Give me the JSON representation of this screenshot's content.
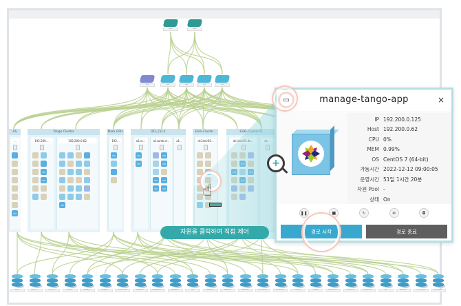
{
  "topology": {
    "spine_switches": [
      {
        "label": "Spine"
      },
      {
        "label": "Spine"
      }
    ],
    "leaf_switches": [
      {
        "label": "HDR",
        "type": "hdr"
      },
      {
        "label": "Leaf",
        "type": "leaf"
      },
      {
        "label": "Leaf",
        "type": "leaf"
      },
      {
        "label": "Leaf",
        "type": "leaf"
      },
      {
        "label": "Leaf",
        "type": "leaf"
      }
    ],
    "clusters": [
      {
        "title": "AS",
        "hosts": [
          {
            "ip": "...",
            "vms": [
              "win",
              "lin",
              "lin",
              "lin",
              "lin",
              "lin",
              "lin",
              "vm"
            ]
          }
        ]
      },
      {
        "title": "Tango Cluster",
        "hosts": [
          {
            "ip": "192.200....",
            "vms": [
              "lin",
              "esx",
              "lin",
              "win",
              "lin",
              "vm",
              "lin",
              "vm",
              "lin",
              "lin",
              "esx",
              "lin"
            ]
          },
          {
            "ip": "192.200.0.62",
            "vms": [
              "esx",
              "esx",
              "lin",
              "win",
              "esx",
              "lin",
              "esx",
              "esx",
              "lin",
              "esx",
              "esx",
              "lin",
              "esx",
              "lin",
              "lin",
              "esx",
              "lin",
              "esx",
              "esx",
              "cen",
              "esx",
              "esx",
              "esx",
              "lin",
              "vm"
            ]
          }
        ]
      },
      {
        "title": "Nam GPU",
        "hosts": [
          {
            "ip": "192...",
            "vms": [
              "vm",
              "esx",
              "win",
              "lin"
            ]
          }
        ]
      },
      {
        "title": "DCI_CLI-1",
        "hosts": [
          {
            "ip": "a1co...",
            "vms": [
              "vm",
              "vm"
            ]
          },
          {
            "ip": "a1comb.d...",
            "vms": [
              "cen",
              "vm",
              "red",
              "vm",
              "red",
              "lin",
              "vm",
              "vm",
              "vm",
              "vm"
            ]
          },
          {
            "ip": "a1...",
            "vms": []
          }
        ]
      },
      {
        "title": "ESXi-Cluste...",
        "hosts": [
          {
            "ip": "dc1dev05...",
            "vms": [
              "lin",
              "lin",
              "lin",
              "lin",
              "lin",
              "esx",
              "lin",
              "lin",
              "lin",
              "lin",
              "lin",
              "lin",
              "esx",
              "lin"
            ]
          }
        ]
      },
      {
        "title": "ESXi-Cluster01",
        "hosts": [
          {
            "ip": "dc1dev01.de...",
            "vms": [
              "lin",
              "lin",
              "cen",
              "lin",
              "vm",
              "lin",
              "vm",
              "red",
              "vm",
              "lin",
              "vm",
              "lin",
              "cen",
              "lin",
              "cen",
              "lin",
              "cen"
            ]
          },
          {
            "ip": "dc...",
            "vms": []
          }
        ]
      }
    ],
    "storage": [
      {
        "label": "dev01"
      },
      {
        "label": "nas01_ic..."
      },
      {
        "label": "nas01_ic..."
      },
      {
        "label": "DS-nfs01..."
      },
      {
        "label": "TeraNA_lo..."
      },
      {
        "label": "TeraNA_lo..."
      },
      {
        "label": "VNT-NFS-VNCE"
      },
      {
        "label": "datastore1"
      },
      {
        "label": "integrated-nx..."
      },
      {
        "label": "datastore1"
      },
      {
        "label": "NFS"
      },
      {
        "label": "datastore1"
      },
      {
        "label": "abfsNFS01"
      },
      {
        "label": "abfsNFS01"
      },
      {
        "label": "Dev-Thunder..."
      },
      {
        "label": "Dev-Thunder..."
      },
      {
        "label": "DEV-NFS"
      },
      {
        "label": "ds-vsan"
      },
      {
        "label": "archive01_m..."
      },
      {
        "label": "SelfService..."
      },
      {
        "label": "default-stor..."
      },
      {
        "label": "nas"
      },
      {
        "label": "datastore"
      },
      {
        "label": "1.1_DCM_NFS"
      },
      {
        "label": "Dev-Thunder..."
      }
    ]
  },
  "hint": {
    "text": "자원을 클릭하여 직접 제어"
  },
  "detail_panel": {
    "icon": "monitor-icon",
    "title": "manage-tango-app",
    "close": "×",
    "fields": [
      {
        "key": "IP",
        "value": "192.200.0.125"
      },
      {
        "key": "Host",
        "value": "192.200.0.62"
      },
      {
        "key": "CPU",
        "value": "0%"
      },
      {
        "key": "MEM",
        "value": "0.99%"
      },
      {
        "key": "OS",
        "value": "CentOS 7 (64-bit)"
      },
      {
        "key": "가동시간",
        "value": "2022-12-12 09:00:05"
      },
      {
        "key": "운영시간",
        "value": "51일 1시간 20분"
      },
      {
        "key": "자원 Pool",
        "value": "-"
      },
      {
        "key": "상태",
        "value": "On"
      }
    ],
    "actions": [
      {
        "name": "pause",
        "glyph": "❚❚"
      },
      {
        "name": "stop",
        "glyph": "■"
      },
      {
        "name": "restart",
        "glyph": "↻"
      },
      {
        "name": "console",
        "glyph": "⊛"
      },
      {
        "name": "snapshot",
        "glyph": "◘"
      }
    ],
    "start_button": "경로 시작",
    "stop_button": "경로 종료"
  },
  "colors": {
    "accent": "#39a8ce",
    "hint": "#35a9a9",
    "wire": "#b9d08e",
    "stop": "#5e5e5e"
  }
}
